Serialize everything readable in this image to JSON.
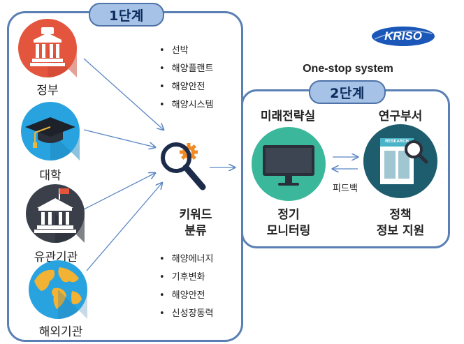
{
  "stage1": {
    "label": "1단계"
  },
  "stage2": {
    "label": "2단계"
  },
  "logo": {
    "text": "KRISO",
    "color": "#1a57b8"
  },
  "system_title": "One-stop system",
  "sources": [
    {
      "label": "정부",
      "icon": "government-building-icon",
      "color": "#e4553e"
    },
    {
      "label": "대학",
      "icon": "graduation-cap-icon",
      "color": "#29a3e0"
    },
    {
      "label": "유관기관",
      "icon": "institution-building-icon",
      "color": "#3a3f4a"
    },
    {
      "label": "해외기관",
      "icon": "globe-icon",
      "color": "#f2b233"
    }
  ],
  "keywords_top": [
    "선박",
    "해양플랜트",
    "해양안전",
    "해양시스템"
  ],
  "keywords_bottom": [
    "해양에너지",
    "기후변화",
    "해양안전",
    "신성장동력"
  ],
  "classify": {
    "line1": "키워드",
    "line2": "분류"
  },
  "monitor_unit": {
    "title": "미래전략실",
    "line1": "정기",
    "line2": "모니터링"
  },
  "research_unit": {
    "title": "연구부서",
    "line1": "정책",
    "line2": "정보 지원",
    "doc_label": "RESEARCH"
  },
  "feedback": "피드백"
}
